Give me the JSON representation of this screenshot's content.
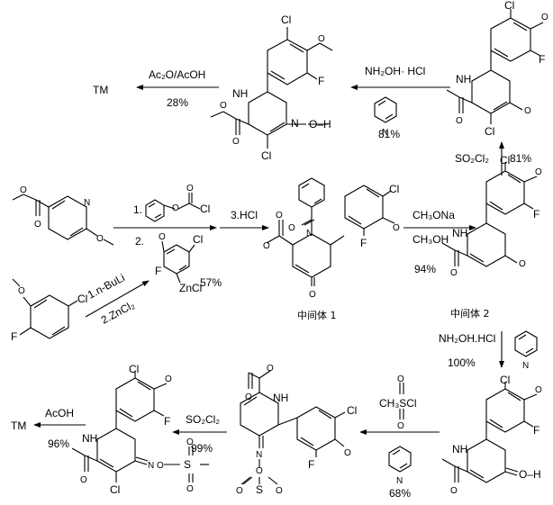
{
  "atoms": {
    "cl": "Cl",
    "f": "F",
    "o": "O",
    "n": "N",
    "nh": "NH",
    "h": "H",
    "oh": "O–H",
    "s": "S",
    "zncl": "ZnCl"
  },
  "steps": {
    "top_final": {
      "reagent": "Ac₂O/AcOH",
      "yield": "28%",
      "product": "TM"
    },
    "top_oxime": {
      "reagent": "NH₂OH· HCl",
      "yield": "81%"
    },
    "chlorination": {
      "reagent": "SO₂Cl₂",
      "yield": "81%"
    },
    "step1": {
      "label": "1.",
      "reagent_label": "2.",
      "yield": "57%"
    },
    "step3": {
      "label": "3.HCl"
    },
    "zinc_prep": {
      "line1": "1.n-BuLi",
      "line2": "2.ZnCl₂"
    },
    "decarboxylation": {
      "reagent1": "CH₃ONa",
      "reagent2": "CH₃OH",
      "yield": "94%"
    },
    "oximation": {
      "reagent": "NH₂OH.HCl",
      "yield": "100%"
    },
    "mesylation": {
      "reagent": "CH₃SCl",
      "yield": "68%"
    },
    "bottom_chlor": {
      "reagent": "SO₂Cl₂",
      "yield": "99%"
    },
    "bottom_final": {
      "reagent": "AcOH",
      "yield": "96%",
      "product": "TM"
    }
  },
  "labels": {
    "intermediate1": "中间体 1",
    "intermediate2": "中间体 2"
  }
}
